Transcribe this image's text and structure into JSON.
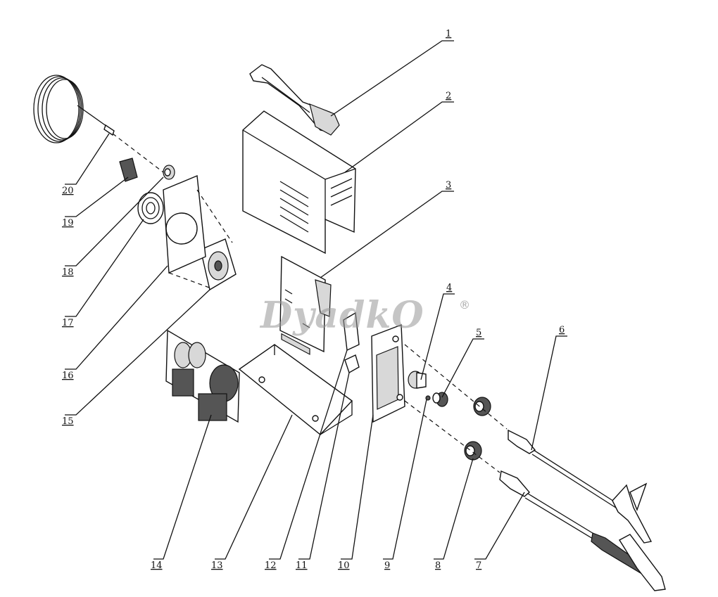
{
  "watermark": {
    "brand": "DyadkO",
    "registered_mark": "®"
  },
  "callouts": [
    "1",
    "2",
    "3",
    "4",
    "5",
    "6",
    "7",
    "8",
    "9",
    "10",
    "11",
    "12",
    "13",
    "14",
    "15",
    "16",
    "17",
    "18",
    "19",
    "20"
  ]
}
